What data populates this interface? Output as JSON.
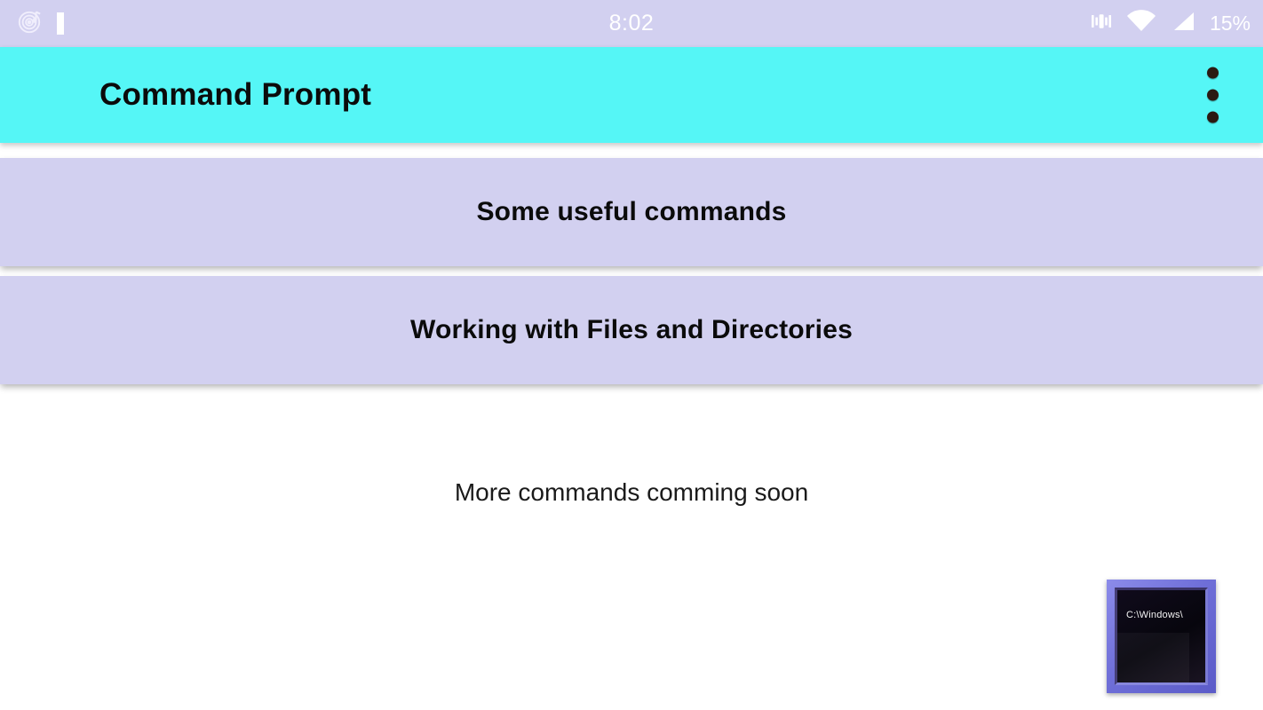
{
  "status_bar": {
    "time": "8:02",
    "battery_percent": "15%",
    "left_icons": [
      {
        "name": "music-note-icon",
        "glyph": "music"
      },
      {
        "name": "screenshot-square-icon",
        "glyph": "square"
      }
    ],
    "right_icons": [
      {
        "name": "vibrate-icon",
        "glyph": "vibrate"
      },
      {
        "name": "wifi-icon",
        "glyph": "wifi"
      },
      {
        "name": "cellular-signal-icon",
        "glyph": "signal"
      }
    ],
    "background_color": "#d2d0f0",
    "text_color": "#ffffff"
  },
  "app_bar": {
    "title": "Command Prompt",
    "background_color": "#55f6f6",
    "title_color": "#0b0b0b",
    "overflow_menu": {
      "name": "more-options-icon",
      "dot_count": 3,
      "dot_color": "#2b1a12"
    }
  },
  "main": {
    "cards": [
      {
        "label": "Some useful commands"
      },
      {
        "label": "Working with Files and Directories"
      }
    ],
    "card_background_color": "#d2d0f0",
    "card_text_color": "#0b0b0b",
    "footnote": "More commands comming soon",
    "background_color": "#ffffff"
  },
  "cmd_icon": {
    "name": "command-prompt-icon",
    "screen_text": "C:\\Windows\\",
    "frame_color": "#6f6fd8",
    "screen_color": "#0a0710"
  }
}
